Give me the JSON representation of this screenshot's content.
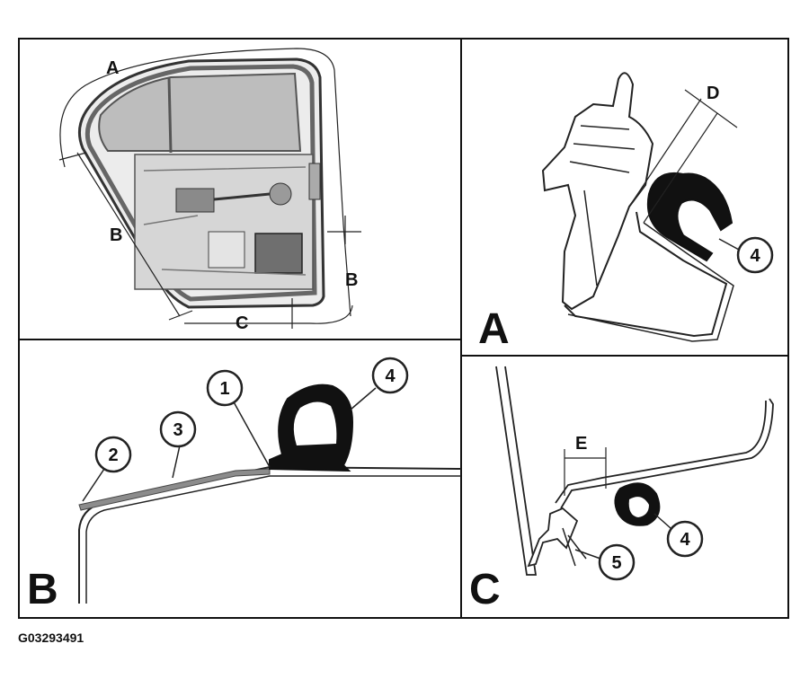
{
  "figure": {
    "code": "G03293491",
    "panels": {
      "door": {
        "dims": {
          "top": "A",
          "left": "B",
          "right": "B",
          "bottom": "C"
        }
      },
      "A": {
        "letter": "A",
        "dims": {
          "gap": "D"
        },
        "callouts": [
          "4"
        ]
      },
      "B": {
        "letter": "B",
        "callouts": [
          "1",
          "2",
          "3",
          "4"
        ]
      },
      "C": {
        "letter": "C",
        "dims": {
          "gap": "E"
        },
        "callouts": [
          "4",
          "5"
        ]
      }
    }
  }
}
